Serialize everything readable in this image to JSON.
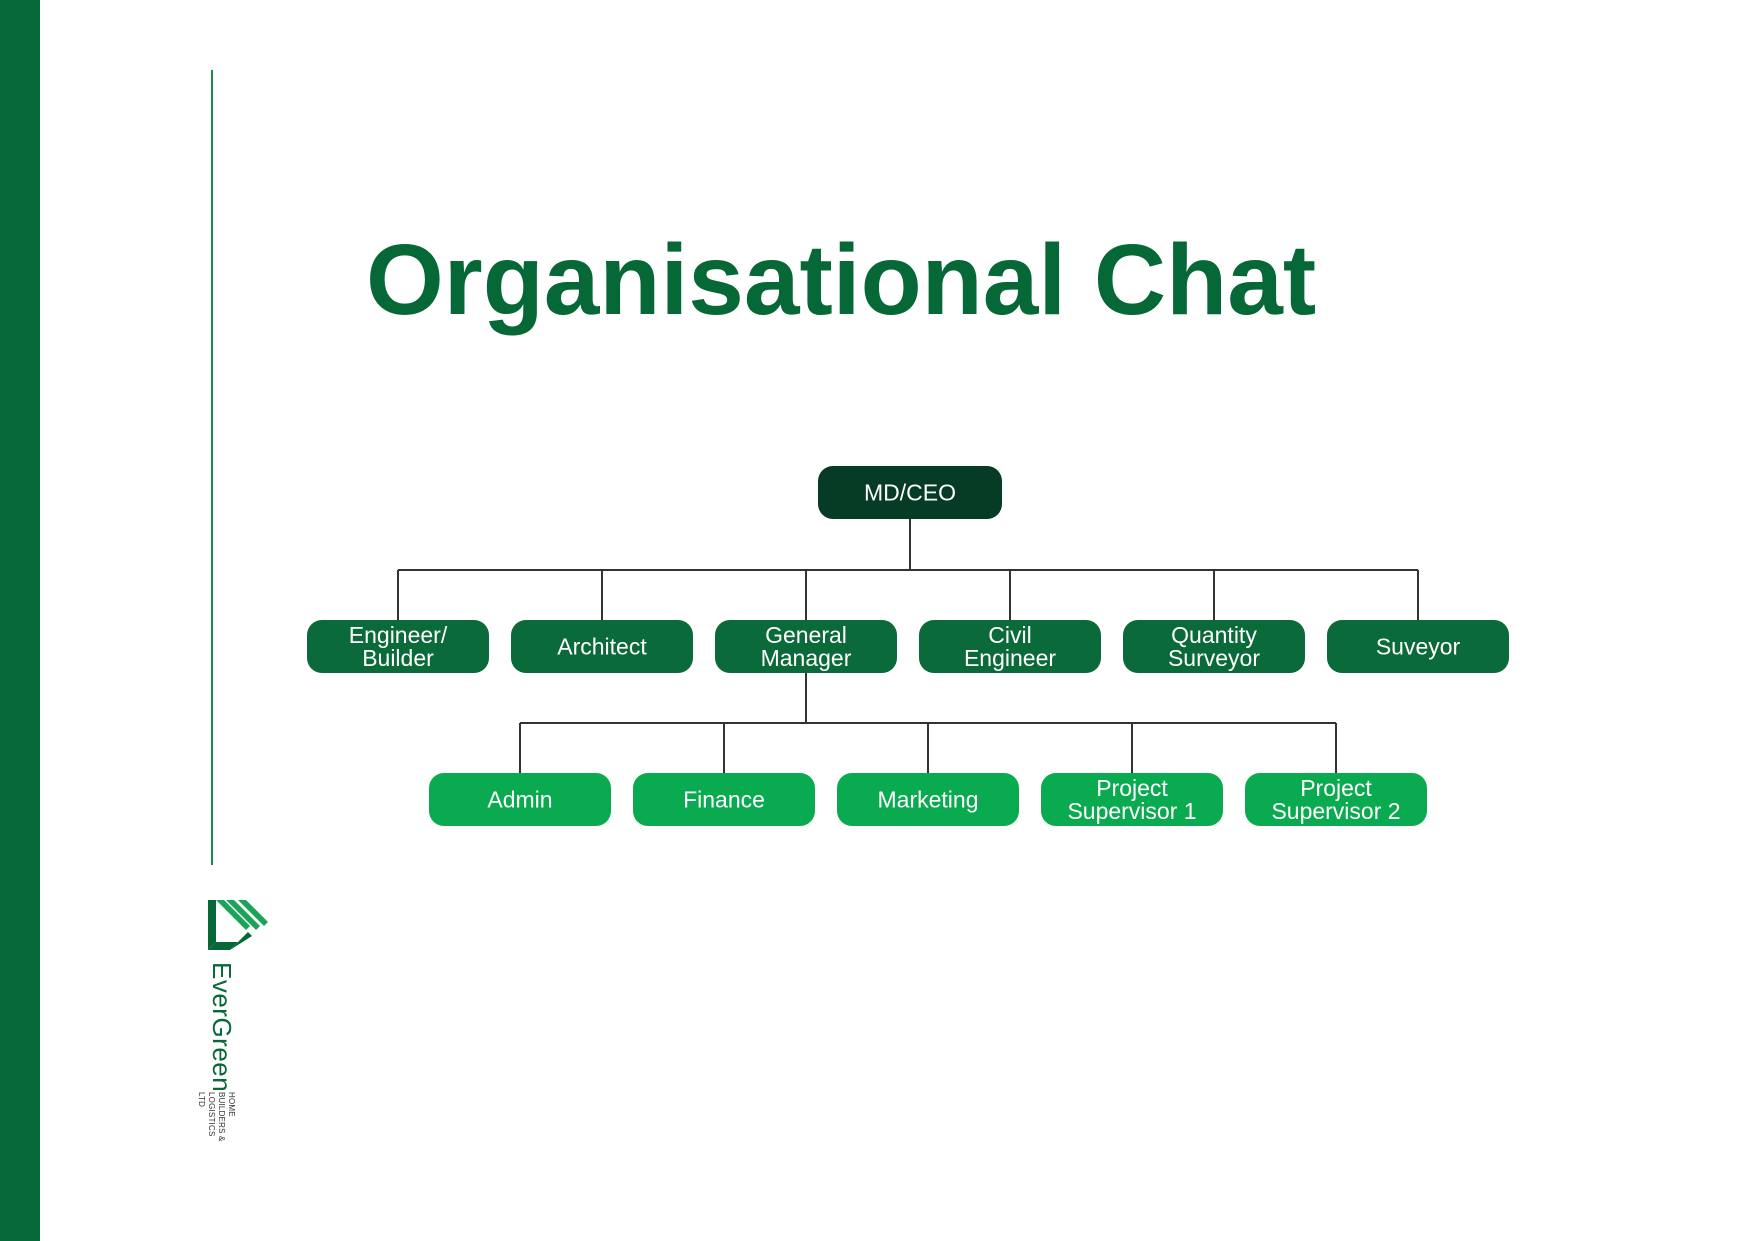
{
  "title": "Organisational Chat",
  "colors": {
    "brand_green": "#066836",
    "top_node": "#063b25",
    "level1_node": "#0b6a3a",
    "level2_node": "#0aab50",
    "connector": "#333333"
  },
  "org_chart": {
    "root": {
      "label": "MD/CEO"
    },
    "level1": [
      {
        "label": [
          "Engineer/",
          "Builder"
        ]
      },
      {
        "label": [
          "Architect"
        ]
      },
      {
        "label": [
          "General",
          "Manager"
        ]
      },
      {
        "label": [
          "Civil",
          "Engineer"
        ]
      },
      {
        "label": [
          "Quantity",
          "Surveyor"
        ]
      },
      {
        "label": [
          "Suveyor"
        ]
      }
    ],
    "level2_parent": "General Manager",
    "level2": [
      {
        "label": [
          "Admin"
        ]
      },
      {
        "label": [
          "Finance"
        ]
      },
      {
        "label": [
          "Marketing"
        ]
      },
      {
        "label": [
          "Project",
          "Supervisor 1"
        ]
      },
      {
        "label": [
          "Project",
          "Supervisor 2"
        ]
      }
    ]
  },
  "logo": {
    "icon": "evergreen-logo-icon",
    "name": "EverGreen",
    "tagline": "HOME BUILDERS & LOGISTICS LTD"
  }
}
